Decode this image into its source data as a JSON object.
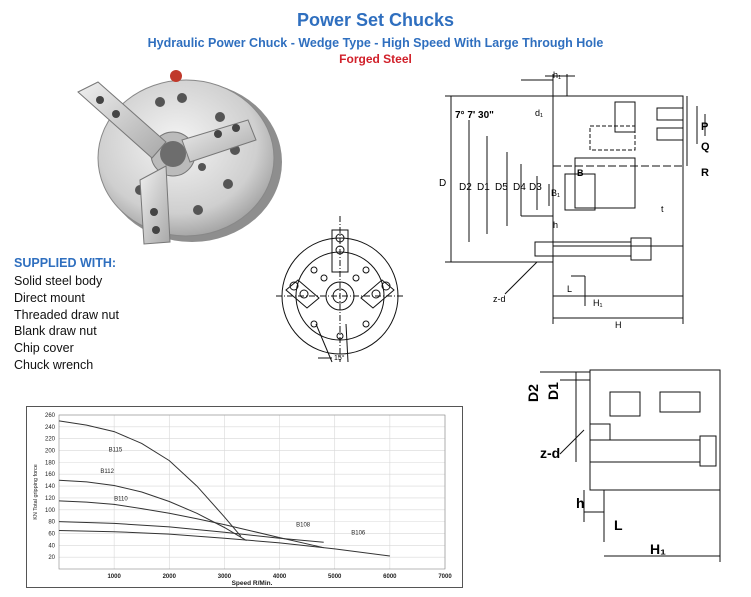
{
  "header": {
    "title": "Power Set Chucks",
    "subtitle": "Hydraulic Power Chuck - Wedge Type - High Speed With Large Through Hole",
    "material": "Forged Steel"
  },
  "supplied": {
    "heading": "SUPPLIED WITH:",
    "items": [
      "Solid steel body",
      "Direct mount",
      "Threaded draw nut",
      "Blank draw nut",
      "Chip cover",
      "Chuck wrench"
    ]
  },
  "drawings": {
    "side_labels": {
      "h1": "h₁",
      "d1": "d₁",
      "angle": "7° 7' 30\"",
      "D": "D",
      "D2": "D2",
      "D1": "D1",
      "D5": "D5",
      "D4": "D4",
      "D3": "D3",
      "B": "B",
      "B1": "B₁",
      "h": "h",
      "P": "P",
      "Q": "Q",
      "R": "R",
      "t": "t",
      "z_d": "z-d",
      "L": "L",
      "H1": "H₁",
      "H": "H"
    },
    "front_labels": {
      "angle15": "15°"
    },
    "detail_labels": {
      "D2": "D2",
      "D1": "D1",
      "z_d": "z-d",
      "h": "h",
      "L": "L",
      "H1": "H₁"
    }
  },
  "chart_data": {
    "type": "line",
    "title": "",
    "xlabel": "Speed R/Min.",
    "ylabel": "KN Total gripping force",
    "xlim": [
      0,
      7000
    ],
    "ylim": [
      0,
      260
    ],
    "xticks": [
      1000,
      2000,
      3000,
      4000,
      5000,
      6000,
      7000
    ],
    "yticks": [
      20,
      40,
      60,
      80,
      100,
      120,
      140,
      160,
      180,
      200,
      220,
      240,
      260
    ],
    "series": [
      {
        "name": "B115",
        "x": [
          0,
          500,
          1000,
          1500,
          2000,
          2500,
          3000,
          3300
        ],
        "y": [
          250,
          243,
          232,
          212,
          183,
          140,
          88,
          55
        ]
      },
      {
        "name": "B112",
        "x": [
          0,
          500,
          1000,
          1500,
          2000,
          2500,
          3000,
          3400
        ],
        "y": [
          150,
          147,
          141,
          130,
          114,
          94,
          70,
          48
        ]
      },
      {
        "name": "B110",
        "x": [
          0,
          500,
          1000,
          1500,
          2000,
          2500,
          3000,
          3500,
          4000,
          4800
        ],
        "y": [
          115,
          113,
          109,
          102,
          94,
          85,
          75,
          64,
          53,
          36
        ]
      },
      {
        "name": "B108",
        "x": [
          0,
          1000,
          2000,
          3000,
          4000,
          4800
        ],
        "y": [
          80,
          77,
          71,
          62,
          52,
          45
        ]
      },
      {
        "name": "B106",
        "x": [
          0,
          1000,
          2000,
          3000,
          4000,
          5000,
          6000
        ],
        "y": [
          65,
          63,
          59,
          52,
          44,
          34,
          22
        ]
      }
    ],
    "annotations": [
      "B115",
      "B112",
      "B110",
      "B108",
      "B106"
    ]
  },
  "colors": {
    "accent": "#2f6fbf",
    "brand_red": "#d1202a",
    "line": "#111111"
  }
}
